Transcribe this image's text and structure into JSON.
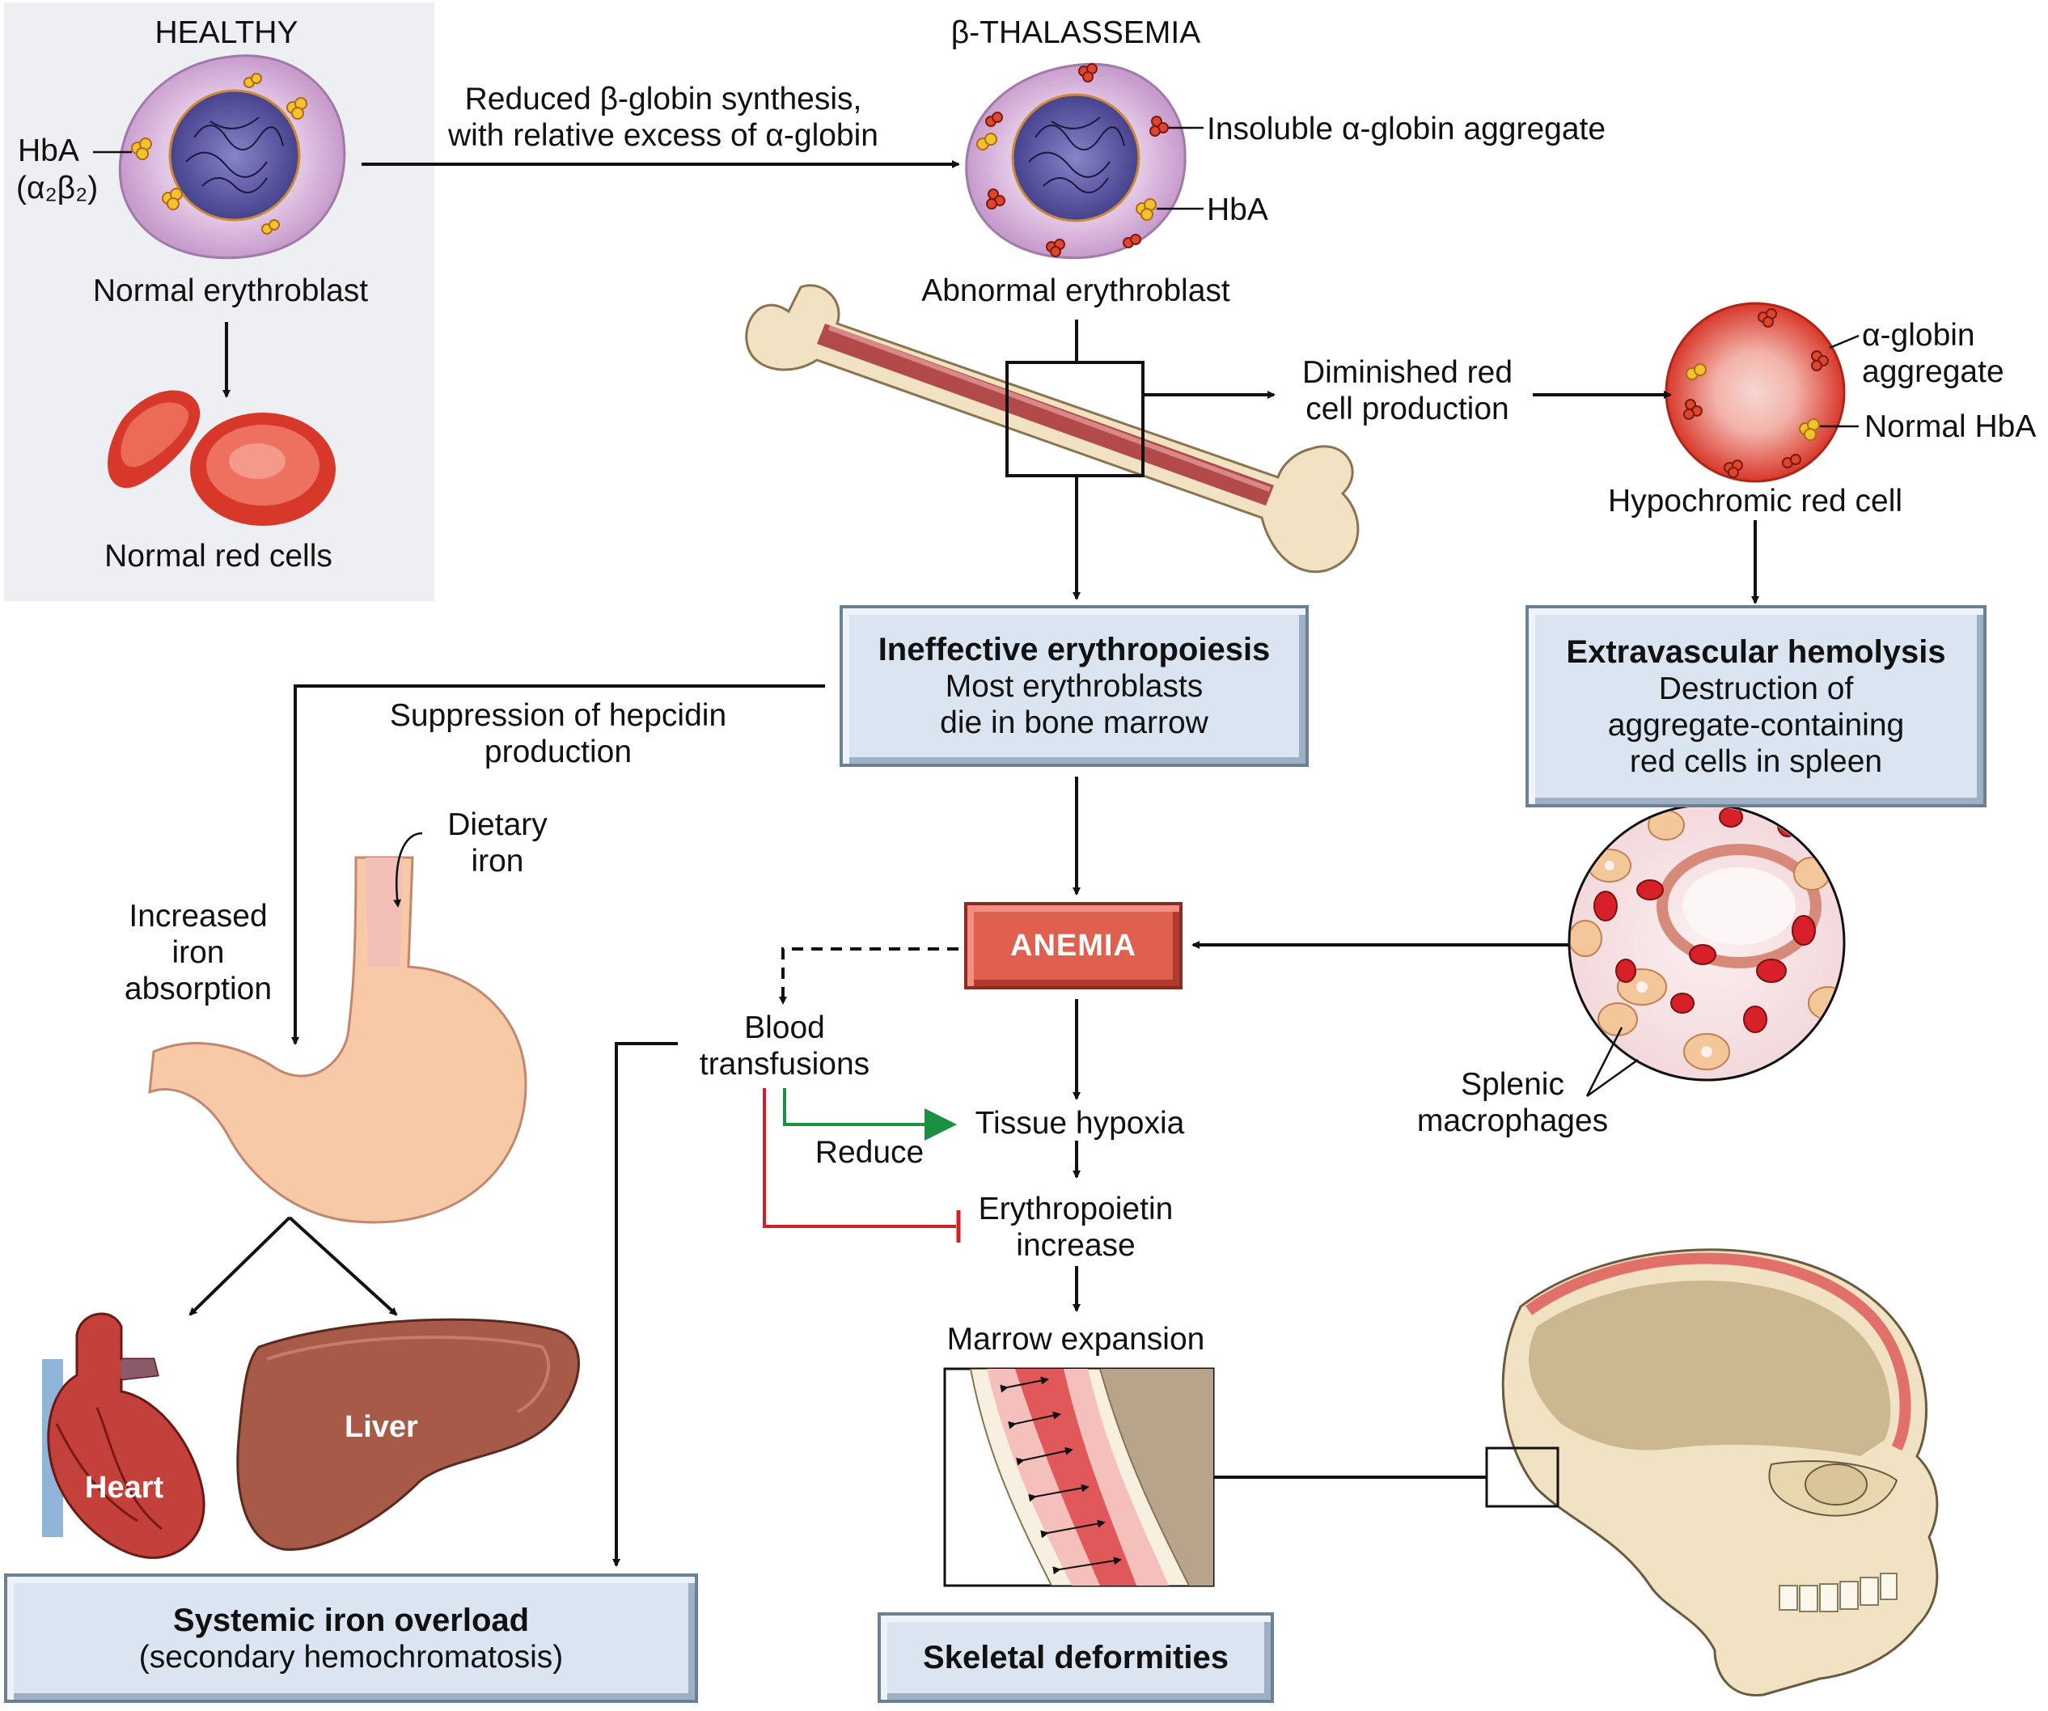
{
  "healthy_panel": {
    "title": "HEALTHY",
    "hba_label": "HbA",
    "hba_formula": "(α₂β₂)",
    "cell_label": "Normal erythroblast",
    "red_cells_label": "Normal red cells"
  },
  "thal_panel": {
    "title": "β-THALASSEMIA",
    "arrow_text_1": "Reduced β-globin synthesis,",
    "arrow_text_2": "with relative excess of α-globin",
    "aggregate_label": "Insoluble α-globin aggregate",
    "hba_label": "HbA",
    "cell_label": "Abnormal erythroblast"
  },
  "production": {
    "text_1": "Diminished red",
    "text_2": "cell production",
    "aggregate_1": "α-globin",
    "aggregate_2": "aggregate",
    "normal_hba": "Normal HbA",
    "cell_label": "Hypochromic red cell"
  },
  "ineffective_box": {
    "title": "Ineffective erythropoiesis",
    "line1": "Most erythroblasts",
    "line2": "die in bone marrow"
  },
  "hemolysis_box": {
    "title": "Extravascular hemolysis",
    "line1": "Destruction of",
    "line2": "aggregate-containing",
    "line3": "red cells in spleen"
  },
  "hepcidin": {
    "line1": "Suppression of hepcidin",
    "line2": "production"
  },
  "dietary": {
    "line1": "Dietary",
    "line2": "iron"
  },
  "absorption": {
    "line1": "Increased",
    "line2": "iron",
    "line3": "absorption"
  },
  "anemia": "ANEMIA",
  "transfusion": {
    "line1": "Blood",
    "line2": "transfusions",
    "reduce": "Reduce"
  },
  "hypoxia": "Tissue hypoxia",
  "epo": {
    "line1": "Erythropoietin",
    "line2": "increase"
  },
  "marrow": "Marrow expansion",
  "macrophages": {
    "line1": "Splenic",
    "line2": "macrophages"
  },
  "organs": {
    "heart": "Heart",
    "liver": "Liver"
  },
  "overload_box": {
    "title": "Systemic iron overload",
    "line1": "(secondary hemochromatosis)"
  },
  "skeletal_box": {
    "title": "Skeletal deformities"
  },
  "colors": {
    "box_fill": "#dbe5f1",
    "anemia": "#e06050",
    "inhibit": "#d0202a",
    "reduce": "#1a9040",
    "healthy_bg": "#edeff2"
  }
}
